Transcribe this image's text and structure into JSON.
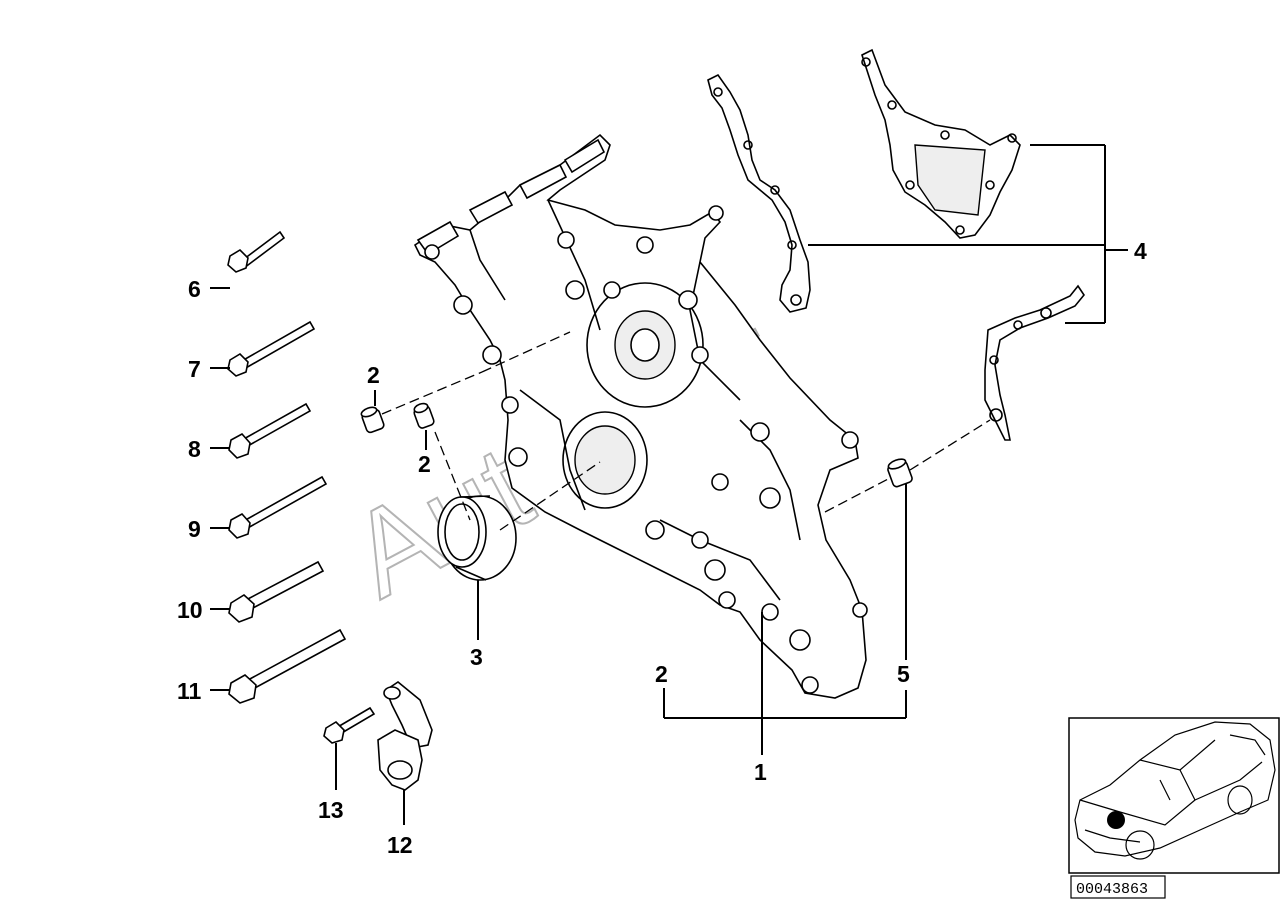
{
  "diagram": {
    "watermark": "AutoSoft",
    "reference_number": "00043863",
    "callouts": {
      "c1": "1",
      "c2a": "2",
      "c2b": "2",
      "c2c": "2",
      "c3": "3",
      "c4": "4",
      "c5": "5",
      "c6": "6",
      "c7": "7",
      "c8": "8",
      "c9": "9",
      "c10": "10",
      "c11": "11",
      "c12": "12",
      "c13": "13"
    }
  }
}
